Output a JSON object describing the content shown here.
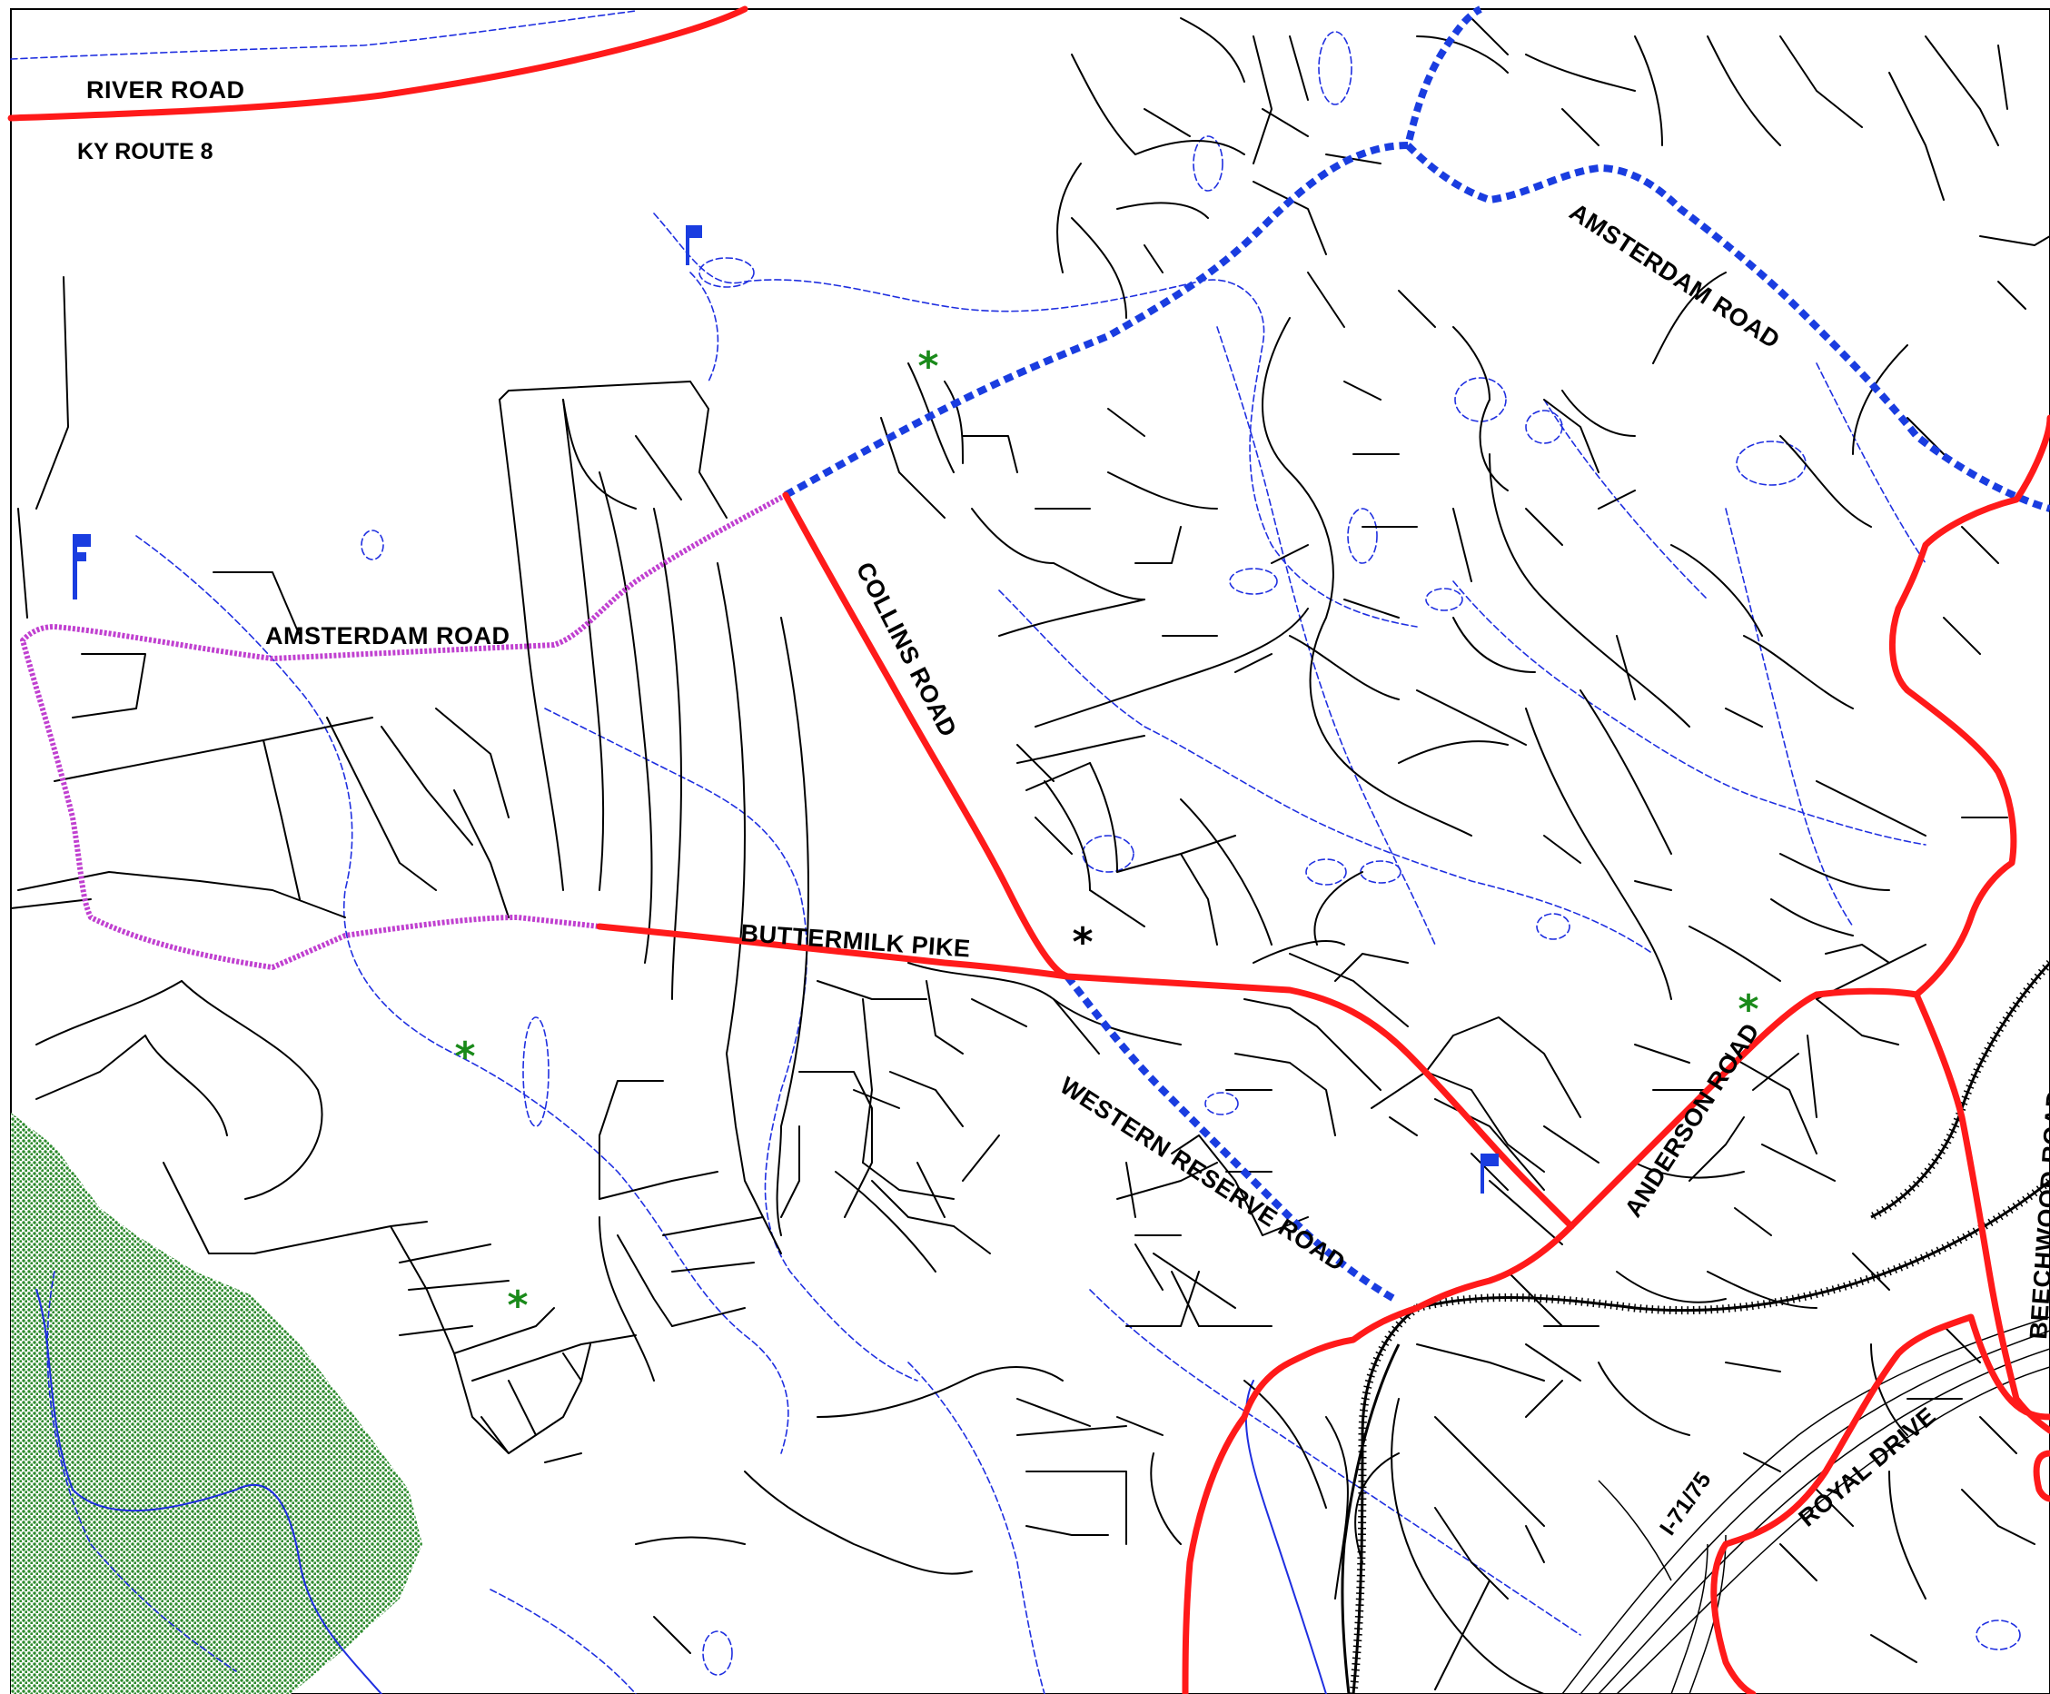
{
  "map": {
    "roads": {
      "river_road": "RIVER ROAD",
      "ky_route_8": "KY ROUTE 8",
      "amsterdam_road_east": "AMSTERDAM ROAD",
      "amsterdam_road_west": "AMSTERDAM ROAD",
      "collins_road": "COLLINS ROAD",
      "buttermilk_pike": "BUTTERMILK PIKE",
      "western_reserve_road": "WESTERN RESERVE ROAD",
      "anderson_road": "ANDERSON ROAD",
      "beechwood_road": "BEECHWOOD ROAD",
      "royal_drive": "ROYAL DRIVE",
      "interstate": "I-71/75"
    },
    "icons": {
      "flag": "flag-icon",
      "park": "asterisk-park-icon",
      "landmark": "asterisk-landmark-icon"
    },
    "colors": {
      "major_road": "#ff1a1a",
      "bike_route": "#1a3de0",
      "trail": "#c040d0",
      "street": "#000000",
      "creek": "#1f2fe0",
      "woodland": "#2e8b2e",
      "park_marker": "#1a8a1a"
    }
  }
}
